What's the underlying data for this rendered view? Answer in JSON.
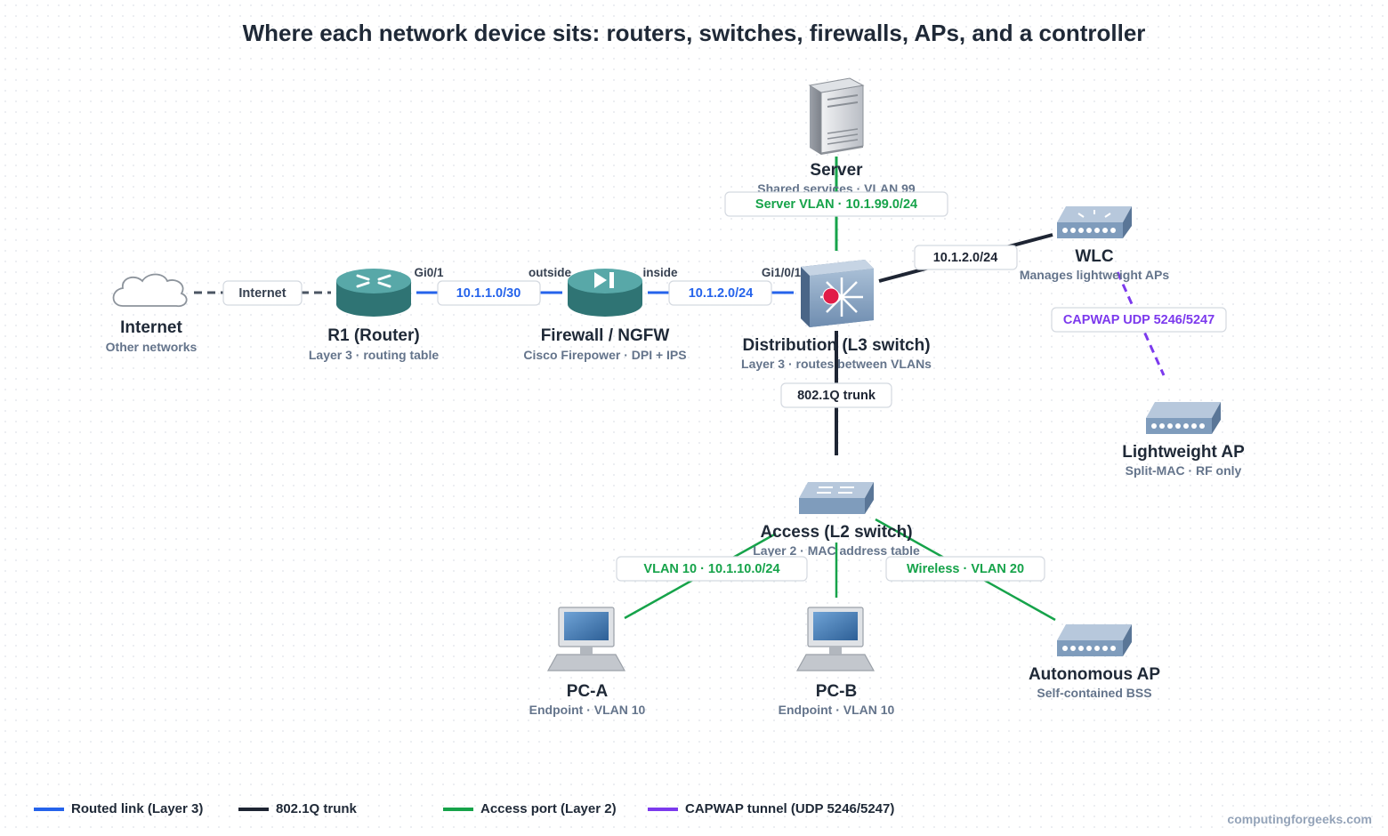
{
  "title": "Where each network device sits: routers, switches, firewalls, APs, and a controller",
  "colors": {
    "routed": "#2563eb",
    "trunk": "#1e2533",
    "access": "#16a34a",
    "capwap": "#7c3aed",
    "internet_link": "#4b5563"
  },
  "nodes": {
    "server": {
      "name": "Server",
      "sub": "Shared services · VLAN 99",
      "icon": "server-icon"
    },
    "internet": {
      "name": "Internet",
      "sub": "Other networks",
      "icon": "cloud-icon"
    },
    "r1": {
      "name": "R1 (Router)",
      "sub": "Layer 3 · routing table",
      "icon": "router-icon"
    },
    "firewall": {
      "name": "Firewall / NGFW",
      "sub": "Cisco Firepower · DPI + IPS",
      "icon": "firewall-icon"
    },
    "distribution": {
      "name": "Distribution (L3 switch)",
      "sub": "Layer 3 · routes between VLANs",
      "icon": "l3-switch-icon"
    },
    "wlc": {
      "name": "WLC",
      "sub": "Manages lightweight APs",
      "icon": "wlc-icon"
    },
    "lightweight_ap": {
      "name": "Lightweight AP",
      "sub": "Split-MAC · RF only",
      "icon": "access-point-icon"
    },
    "access": {
      "name": "Access (L2 switch)",
      "sub": "Layer 2 · MAC address table",
      "icon": "l2-switch-icon"
    },
    "pc_a": {
      "name": "PC-A",
      "sub": "Endpoint · VLAN 10",
      "icon": "pc-icon"
    },
    "pc_b": {
      "name": "PC-B",
      "sub": "Endpoint · VLAN 10",
      "icon": "pc-icon"
    },
    "autonomous_ap": {
      "name": "Autonomous AP",
      "sub": "Self-contained BSS",
      "icon": "access-point-icon"
    }
  },
  "links": {
    "internet": "Internet",
    "r1_fw": "10.1.1.0/30",
    "fw_dist": "10.1.2.0/24",
    "server": "Server VLAN · 10.1.99.0/24",
    "wlc": "10.1.2.0/24",
    "capwap": "CAPWAP UDP 5246/5247",
    "trunk": "802.1Q trunk",
    "vlan10": "VLAN 10 · 10.1.10.0/24",
    "wireless": "Wireless · VLAN 20"
  },
  "ports": {
    "r1": "Gi0/1",
    "fw_outside": "outside",
    "fw_inside": "inside",
    "dist": "Gi1/0/1"
  },
  "legend": [
    {
      "label": "Routed link (Layer 3)",
      "color": "#2563eb"
    },
    {
      "label": "802.1Q trunk",
      "color": "#1e2533"
    },
    {
      "label": "Access port (Layer 2)",
      "color": "#16a34a"
    },
    {
      "label": "CAPWAP tunnel (UDP 5246/5247)",
      "color": "#7c3aed"
    }
  ],
  "credit": "computingforgeeks.com"
}
